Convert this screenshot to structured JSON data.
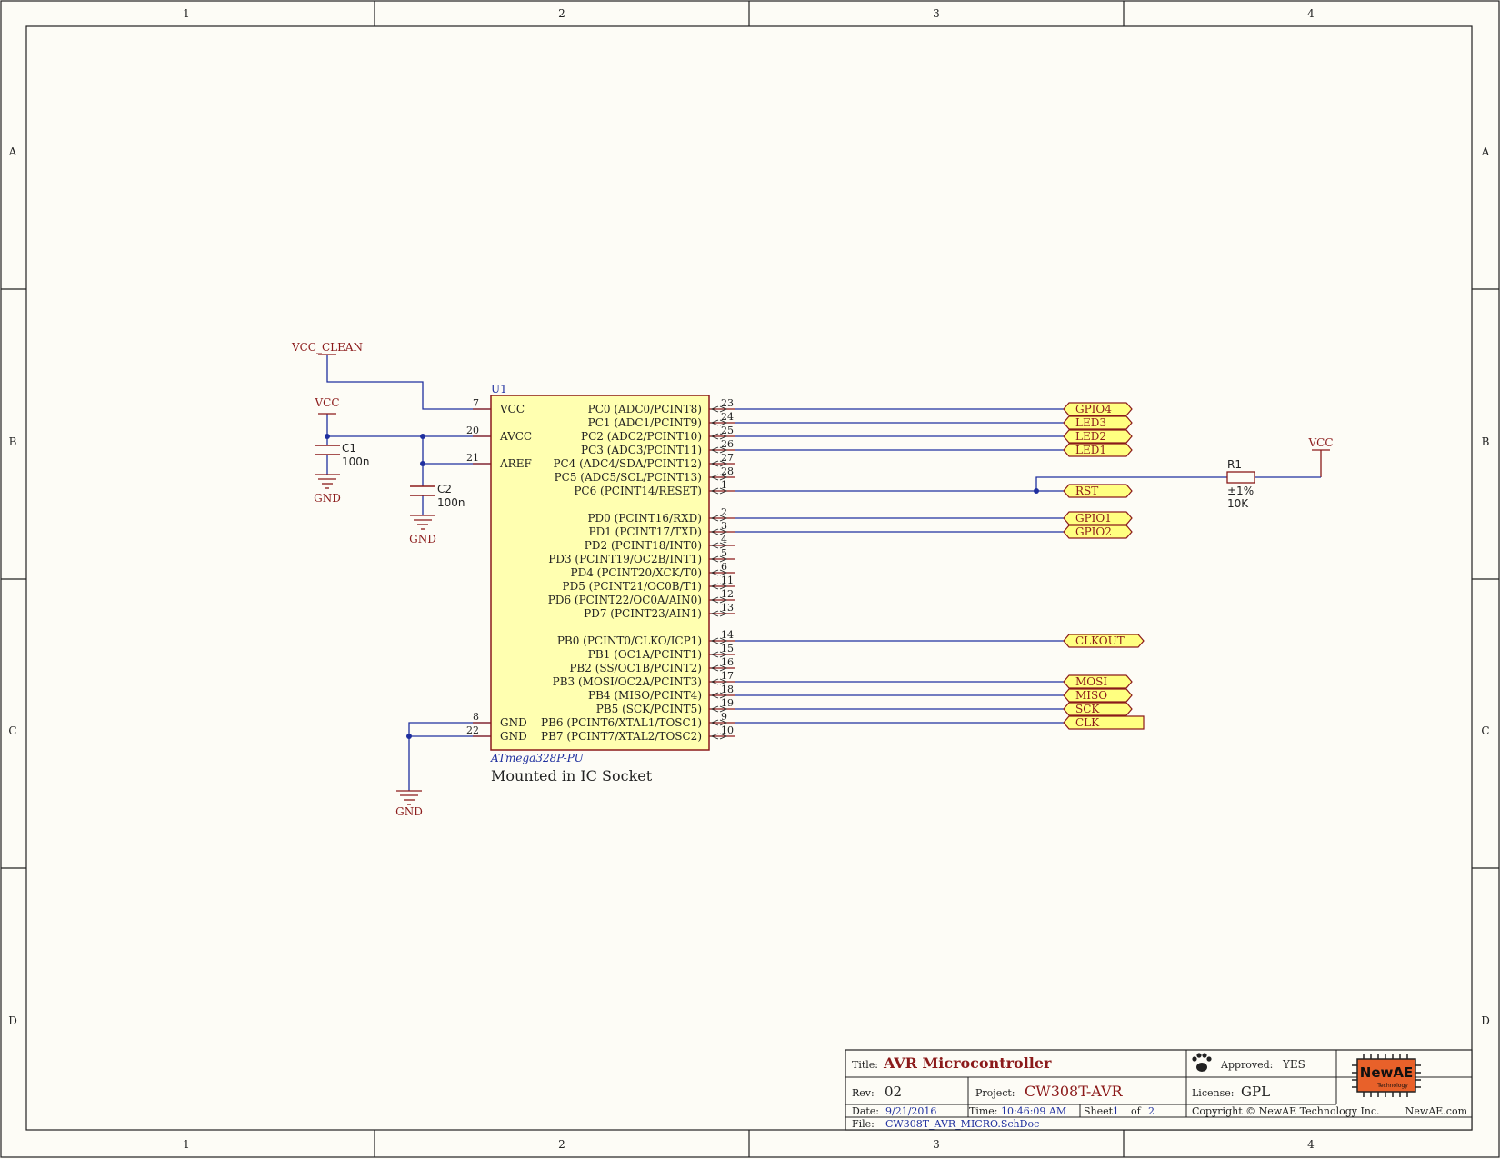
{
  "zones": {
    "columns": [
      "1",
      "2",
      "3",
      "4"
    ],
    "rows": [
      "A",
      "B",
      "C",
      "D"
    ]
  },
  "power": {
    "vcc_clean": "VCC_CLEAN",
    "vcc": "VCC",
    "gnd": "GND"
  },
  "capacitors": [
    {
      "ref": "C1",
      "value": "100n"
    },
    {
      "ref": "C2",
      "value": "100n"
    }
  ],
  "resistor": {
    "ref": "R1",
    "tolerance": "±1%",
    "value": "10K"
  },
  "chip": {
    "ref": "U1",
    "part": "ATmega328P-PU",
    "note": "Mounted in IC Socket",
    "left_pins": [
      {
        "num": "7",
        "name": "VCC"
      },
      {
        "num": "20",
        "name": "AVCC"
      },
      {
        "num": "21",
        "name": "AREF"
      },
      {
        "num": "8",
        "name": "GND"
      },
      {
        "num": "22",
        "name": "GND"
      }
    ],
    "right_pins": [
      {
        "num": "23",
        "name": "PC0 (ADC0/PCINT8)",
        "net": "GPIO4"
      },
      {
        "num": "24",
        "name": "PC1 (ADC1/PCINT9)",
        "net": "LED3"
      },
      {
        "num": "25",
        "name": "PC2 (ADC2/PCINT10)",
        "net": "LED2"
      },
      {
        "num": "26",
        "name": "PC3 (ADC3/PCINT11)",
        "net": "LED1"
      },
      {
        "num": "27",
        "name": "PC4 (ADC4/SDA/PCINT12)",
        "net": ""
      },
      {
        "num": "28",
        "name": "PC5 (ADC5/SCL/PCINT13)",
        "net": ""
      },
      {
        "num": "1",
        "name": "PC6 (PCINT14/RESET)",
        "net": "RST"
      },
      {
        "num": "2",
        "name": "PD0 (PCINT16/RXD)",
        "net": "GPIO1"
      },
      {
        "num": "3",
        "name": "PD1 (PCINT17/TXD)",
        "net": "GPIO2"
      },
      {
        "num": "4",
        "name": "PD2 (PCINT18/INT0)",
        "net": ""
      },
      {
        "num": "5",
        "name": "PD3 (PCINT19/OC2B/INT1)",
        "net": ""
      },
      {
        "num": "6",
        "name": "PD4 (PCINT20/XCK/T0)",
        "net": ""
      },
      {
        "num": "11",
        "name": "PD5 (PCINT21/OC0B/T1)",
        "net": ""
      },
      {
        "num": "12",
        "name": "PD6 (PCINT22/OC0A/AIN0)",
        "net": ""
      },
      {
        "num": "13",
        "name": "PD7 (PCINT23/AIN1)",
        "net": ""
      },
      {
        "num": "14",
        "name": "PB0 (PCINT0/CLKO/ICP1)",
        "net": "CLKOUT"
      },
      {
        "num": "15",
        "name": "PB1 (OC1A/PCINT1)",
        "net": ""
      },
      {
        "num": "16",
        "name": "PB2 (SS/OC1B/PCINT2)",
        "net": ""
      },
      {
        "num": "17",
        "name": "PB3 (MOSI/OC2A/PCINT3)",
        "net": "MOSI"
      },
      {
        "num": "18",
        "name": "PB4 (MISO/PCINT4)",
        "net": "MISO"
      },
      {
        "num": "19",
        "name": "PB5 (SCK/PCINT5)",
        "net": "SCK"
      },
      {
        "num": "9",
        "name": "PB6 (PCINT6/XTAL1/TOSC1)",
        "net": "CLK"
      },
      {
        "num": "10",
        "name": "PB7 (PCINT7/XTAL2/TOSC2)",
        "net": ""
      }
    ]
  },
  "title_block": {
    "title_label": "Title:",
    "title": "AVR Microcontroller",
    "approved_label": "Approved:",
    "approved": "YES",
    "rev_label": "Rev:",
    "rev": "02",
    "project_label": "Project:",
    "project": "CW308T-AVR",
    "license_label": "License:",
    "license": "GPL",
    "date_label": "Date:",
    "date": "9/21/2016",
    "time_label": "Time:",
    "time": "10:46:09 AM",
    "sheet_label": "Sheet",
    "sheet": "1",
    "of_label": "of",
    "sheets": "2",
    "copyright": "Copyright © NewAE Technology Inc.",
    "website": "NewAE.com",
    "file_label": "File:",
    "file": "CW308T_AVR_MICRO.SchDoc",
    "logo_main": "NewAE",
    "logo_sub": "Technology"
  },
  "colors": {
    "wire": "#1f2f9f",
    "power": "#8b1a1a",
    "chip_fill": "#ffffb0",
    "chip_stroke": "#8b1a1a",
    "port_fill": "#ffff80",
    "logo": "#e8612a",
    "text": "#222222"
  }
}
